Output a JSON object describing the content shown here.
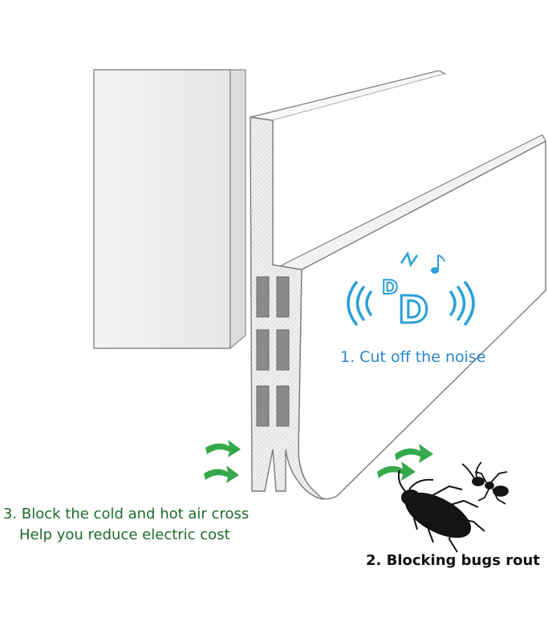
{
  "labels": {
    "noise": "1. Cut off the noise",
    "bugs": "2. Blocking bugs rout",
    "air_line1": "3. Block the cold and hot air cross",
    "air_line2": "Help you reduce electric cost"
  },
  "colors": {
    "noise_text": "#2a86c8",
    "air_text": "#1d6b2a",
    "bugs_text": "#111111",
    "arrow_green": "#34a84a",
    "sound_blue": "#2aa0d8",
    "outline": "#7a7a7a",
    "seal_fill": "#ececec",
    "slot_fill": "#8a8a8a"
  },
  "icons": [
    "sound-waves-icon",
    "music-note-icon",
    "airflow-arrow-icon",
    "cockroach-icon",
    "ant-icon"
  ]
}
